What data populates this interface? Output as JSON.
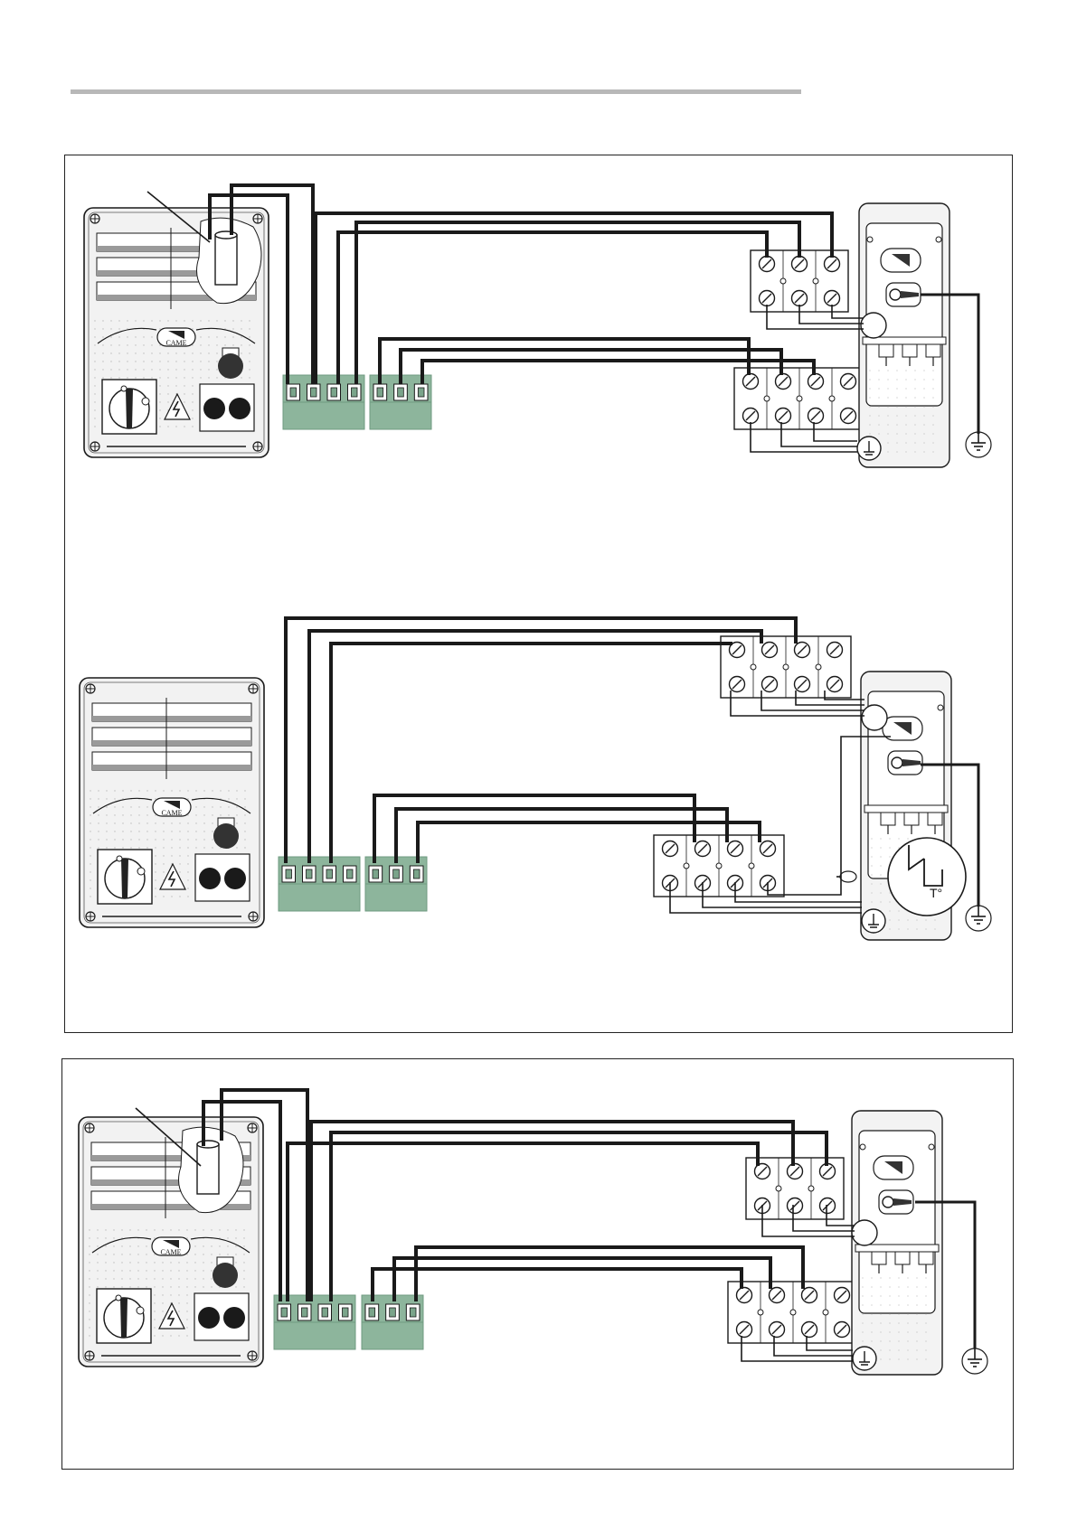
{
  "colors": {
    "line": "#1a1a1a",
    "rule": "#b8b8b8",
    "terminal_green": "#8db59c",
    "terminal_green_dark": "#6f9a80",
    "panel_fill": "#f2f2f2",
    "panel_grey": "#9a9a9a",
    "knob": "#333333"
  },
  "panels": [
    {
      "brand": "CAME"
    },
    {
      "brand": "CAME"
    },
    {
      "brand": "CAME"
    }
  ],
  "icons": [
    "high-voltage-icon",
    "earth-ground-icon",
    "thermal-switch-icon",
    "key-selector-icon",
    "screw-terminal-icon"
  ],
  "thermal_label": "T°"
}
